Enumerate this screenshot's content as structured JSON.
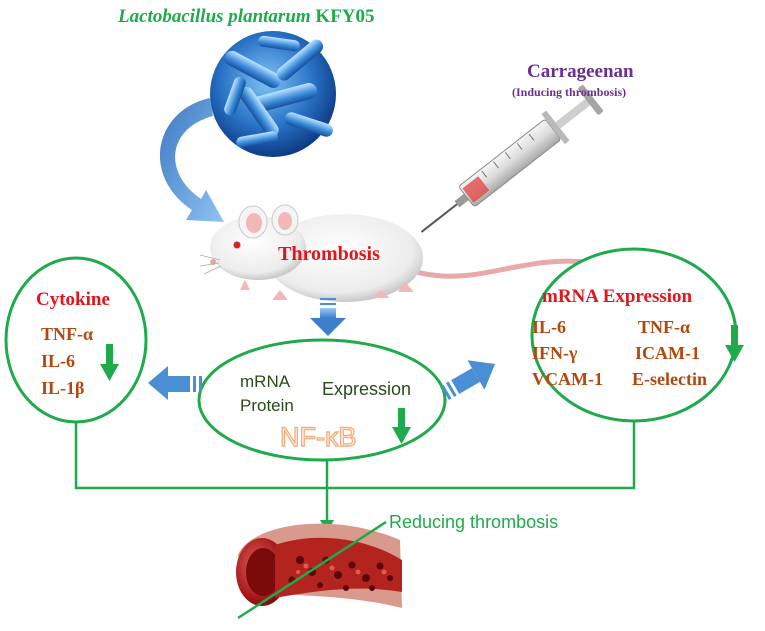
{
  "colors": {
    "green": "#1faa4b",
    "red": "#e3151c",
    "brown": "#b3470d",
    "purple": "#6b2f90",
    "blue_arrow": "#4a8fd6",
    "nfkb_orange": "#f2b083"
  },
  "title": {
    "species_italic": "Lactobacillus plantarum",
    "strain": "KFY05"
  },
  "carrageenan": {
    "label": "Carrageenan",
    "note": "(Inducing thrombosis)"
  },
  "mouse_label": "Thrombosis",
  "cytokine_box": {
    "title": "Cytokine",
    "items": [
      "TNF-α",
      "IL-6",
      "IL-1β"
    ]
  },
  "center_box": {
    "line1": "mRNA",
    "line2": "Protein",
    "expression": "Expression",
    "factor": "NF-κB"
  },
  "mrna_box": {
    "title": "mRNA Expression",
    "col1": [
      "IL-6",
      "IFN-γ",
      "VCAM-1"
    ],
    "col2": [
      "TNF-α",
      "ICAM-1",
      "E-selectin"
    ]
  },
  "outcome": "Reducing thrombosis",
  "icons": [
    "bacteria-image",
    "syringe-icon",
    "mouse-image",
    "blood-vessel-image",
    "down-arrow-icon",
    "block-arrow-icon"
  ]
}
